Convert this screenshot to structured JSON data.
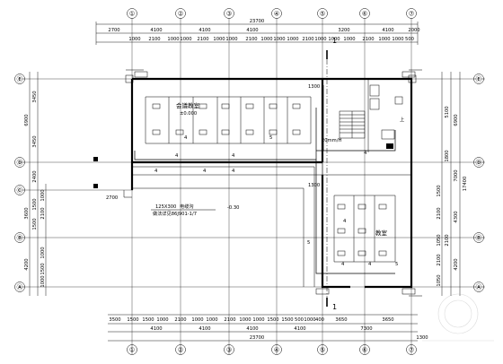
{
  "axes": {
    "columns": [
      "①",
      "②",
      "③",
      "④",
      "⑤",
      "⑥",
      "⑦"
    ],
    "rows": [
      "Ⓔ",
      "Ⓓ",
      "Ⓒ",
      "Ⓑ",
      "Ⓐ"
    ]
  },
  "dimensions": {
    "total": "23700",
    "top_row1": [
      "2700",
      "4100",
      "4100",
      "4100",
      "3200",
      "4100",
      "2000"
    ],
    "top_row2": [
      "1000",
      "2100",
      "1000",
      "1000",
      "2100",
      "1000",
      "1000",
      "2100",
      "1000",
      "1000",
      "1000",
      "2100",
      "1000",
      "1000",
      "1000",
      "2100",
      "1000",
      "1000",
      "500"
    ],
    "bottom_row1": [
      "3500",
      "1500",
      "1500",
      "1000",
      "2100",
      "1000",
      "1000",
      "2100",
      "1000",
      "1000",
      "1500",
      "1500",
      "500",
      "1000",
      "400"
    ],
    "bottom_row2": [
      "4100",
      "4100",
      "4100",
      "4100",
      "3650",
      "3650"
    ],
    "bottom_row3": [
      "7300"
    ],
    "bottom_total": "23700",
    "bottom_right": "1300",
    "left_outer": [
      "3450",
      "6900",
      "3450",
      "2400",
      "3600",
      "1500",
      "1500",
      "1000",
      "1500",
      "1000",
      "2100",
      "1000"
    ],
    "left_col2": [
      "4200"
    ],
    "right_outer": [
      "5100",
      "6900",
      "1800",
      "7000",
      "17400",
      "1500",
      "2100",
      "4300",
      "1050",
      "2100",
      "1050"
    ],
    "right_col2": [
      "2100",
      "4200"
    ],
    "interior": [
      "2700",
      "1300",
      "1300"
    ]
  },
  "rooms": {
    "conference": "会議教室",
    "conference_elev": "±0.000",
    "classroom": "教室"
  },
  "labels": {
    "trench_size": "125X300",
    "trench_desc": "电缆沟",
    "trench_ref": "做法详见86J901-1/7",
    "elev_minus": "-0.30",
    "wire_spec": "20mm/H",
    "section": "1",
    "up_label": "上"
  },
  "wire_counts": [
    "4",
    "4",
    "4",
    "5",
    "4",
    "4",
    "5",
    "4",
    "4",
    "4",
    "4",
    "4",
    "5"
  ]
}
